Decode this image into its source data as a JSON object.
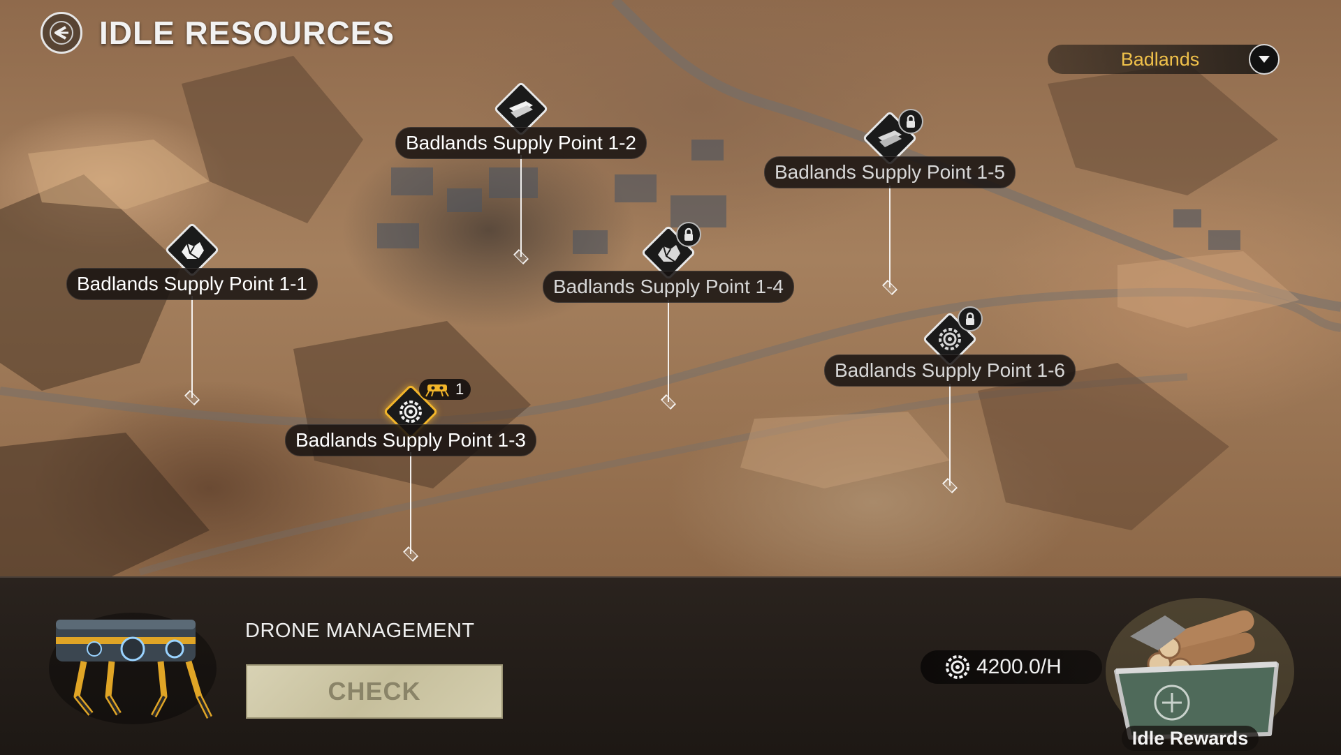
{
  "header": {
    "title": "IDLE RESOURCES",
    "back_icon": "back-arrow-icon"
  },
  "region_selector": {
    "selected": "Badlands",
    "accent_color": "#f0c14a"
  },
  "supply_points": [
    {
      "label": "Badlands Supply Point 1-1",
      "resource_icon": "ore-icon",
      "locked": false,
      "active": false
    },
    {
      "label": "Badlands Supply Point 1-2",
      "resource_icon": "plank-icon",
      "locked": false,
      "active": false
    },
    {
      "label": "Badlands Supply Point 1-3",
      "resource_icon": "gear-icon",
      "locked": false,
      "active": true,
      "drone_count": "1"
    },
    {
      "label": "Badlands Supply Point 1-4",
      "resource_icon": "ore-icon",
      "locked": true,
      "active": false
    },
    {
      "label": "Badlands Supply Point 1-5",
      "resource_icon": "plank-icon",
      "locked": true,
      "active": false
    },
    {
      "label": "Badlands Supply Point 1-6",
      "resource_icon": "gear-icon",
      "locked": true,
      "active": false
    }
  ],
  "drone_panel": {
    "title": "DRONE MANAGEMENT",
    "check_label": "CHECK"
  },
  "idle_rewards": {
    "rate": "4200.0/H",
    "rate_icon": "gear-icon",
    "label": "Idle Rewards"
  }
}
